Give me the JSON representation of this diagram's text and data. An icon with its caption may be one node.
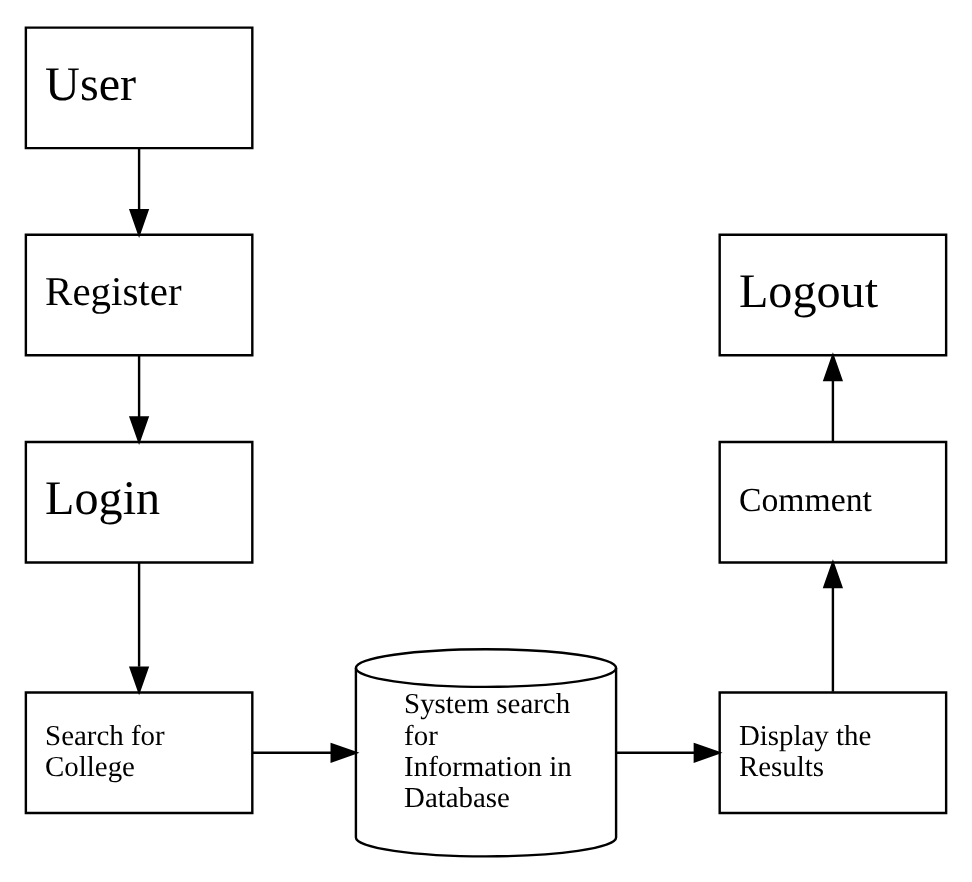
{
  "diagram": {
    "nodes": [
      {
        "text": [
          "User"
        ]
      },
      {
        "text": [
          "Register"
        ]
      },
      {
        "text": [
          "Login"
        ]
      },
      {
        "text": [
          "Search for College"
        ]
      },
      {
        "text": [
          "System search for Information in Database"
        ]
      },
      {
        "text": [
          "Display the Results"
        ]
      },
      {
        "text": [
          "Comment"
        ]
      },
      {
        "text": [
          "Logout"
        ]
      }
    ],
    "edges": [
      {
        "from": 0,
        "to": 1,
        "arrow": "to"
      },
      {
        "from": 1,
        "to": 2,
        "arrow": "to"
      },
      {
        "from": 2,
        "to": 3,
        "arrow": "to"
      },
      {
        "from": 3,
        "to": 4,
        "arrow": "to"
      },
      {
        "from": 4,
        "to": 5,
        "arrow": "to"
      },
      {
        "from": 5,
        "to": 6,
        "arrow": "to"
      },
      {
        "from": 6,
        "to": 7,
        "arrow": "to"
      }
    ]
  }
}
